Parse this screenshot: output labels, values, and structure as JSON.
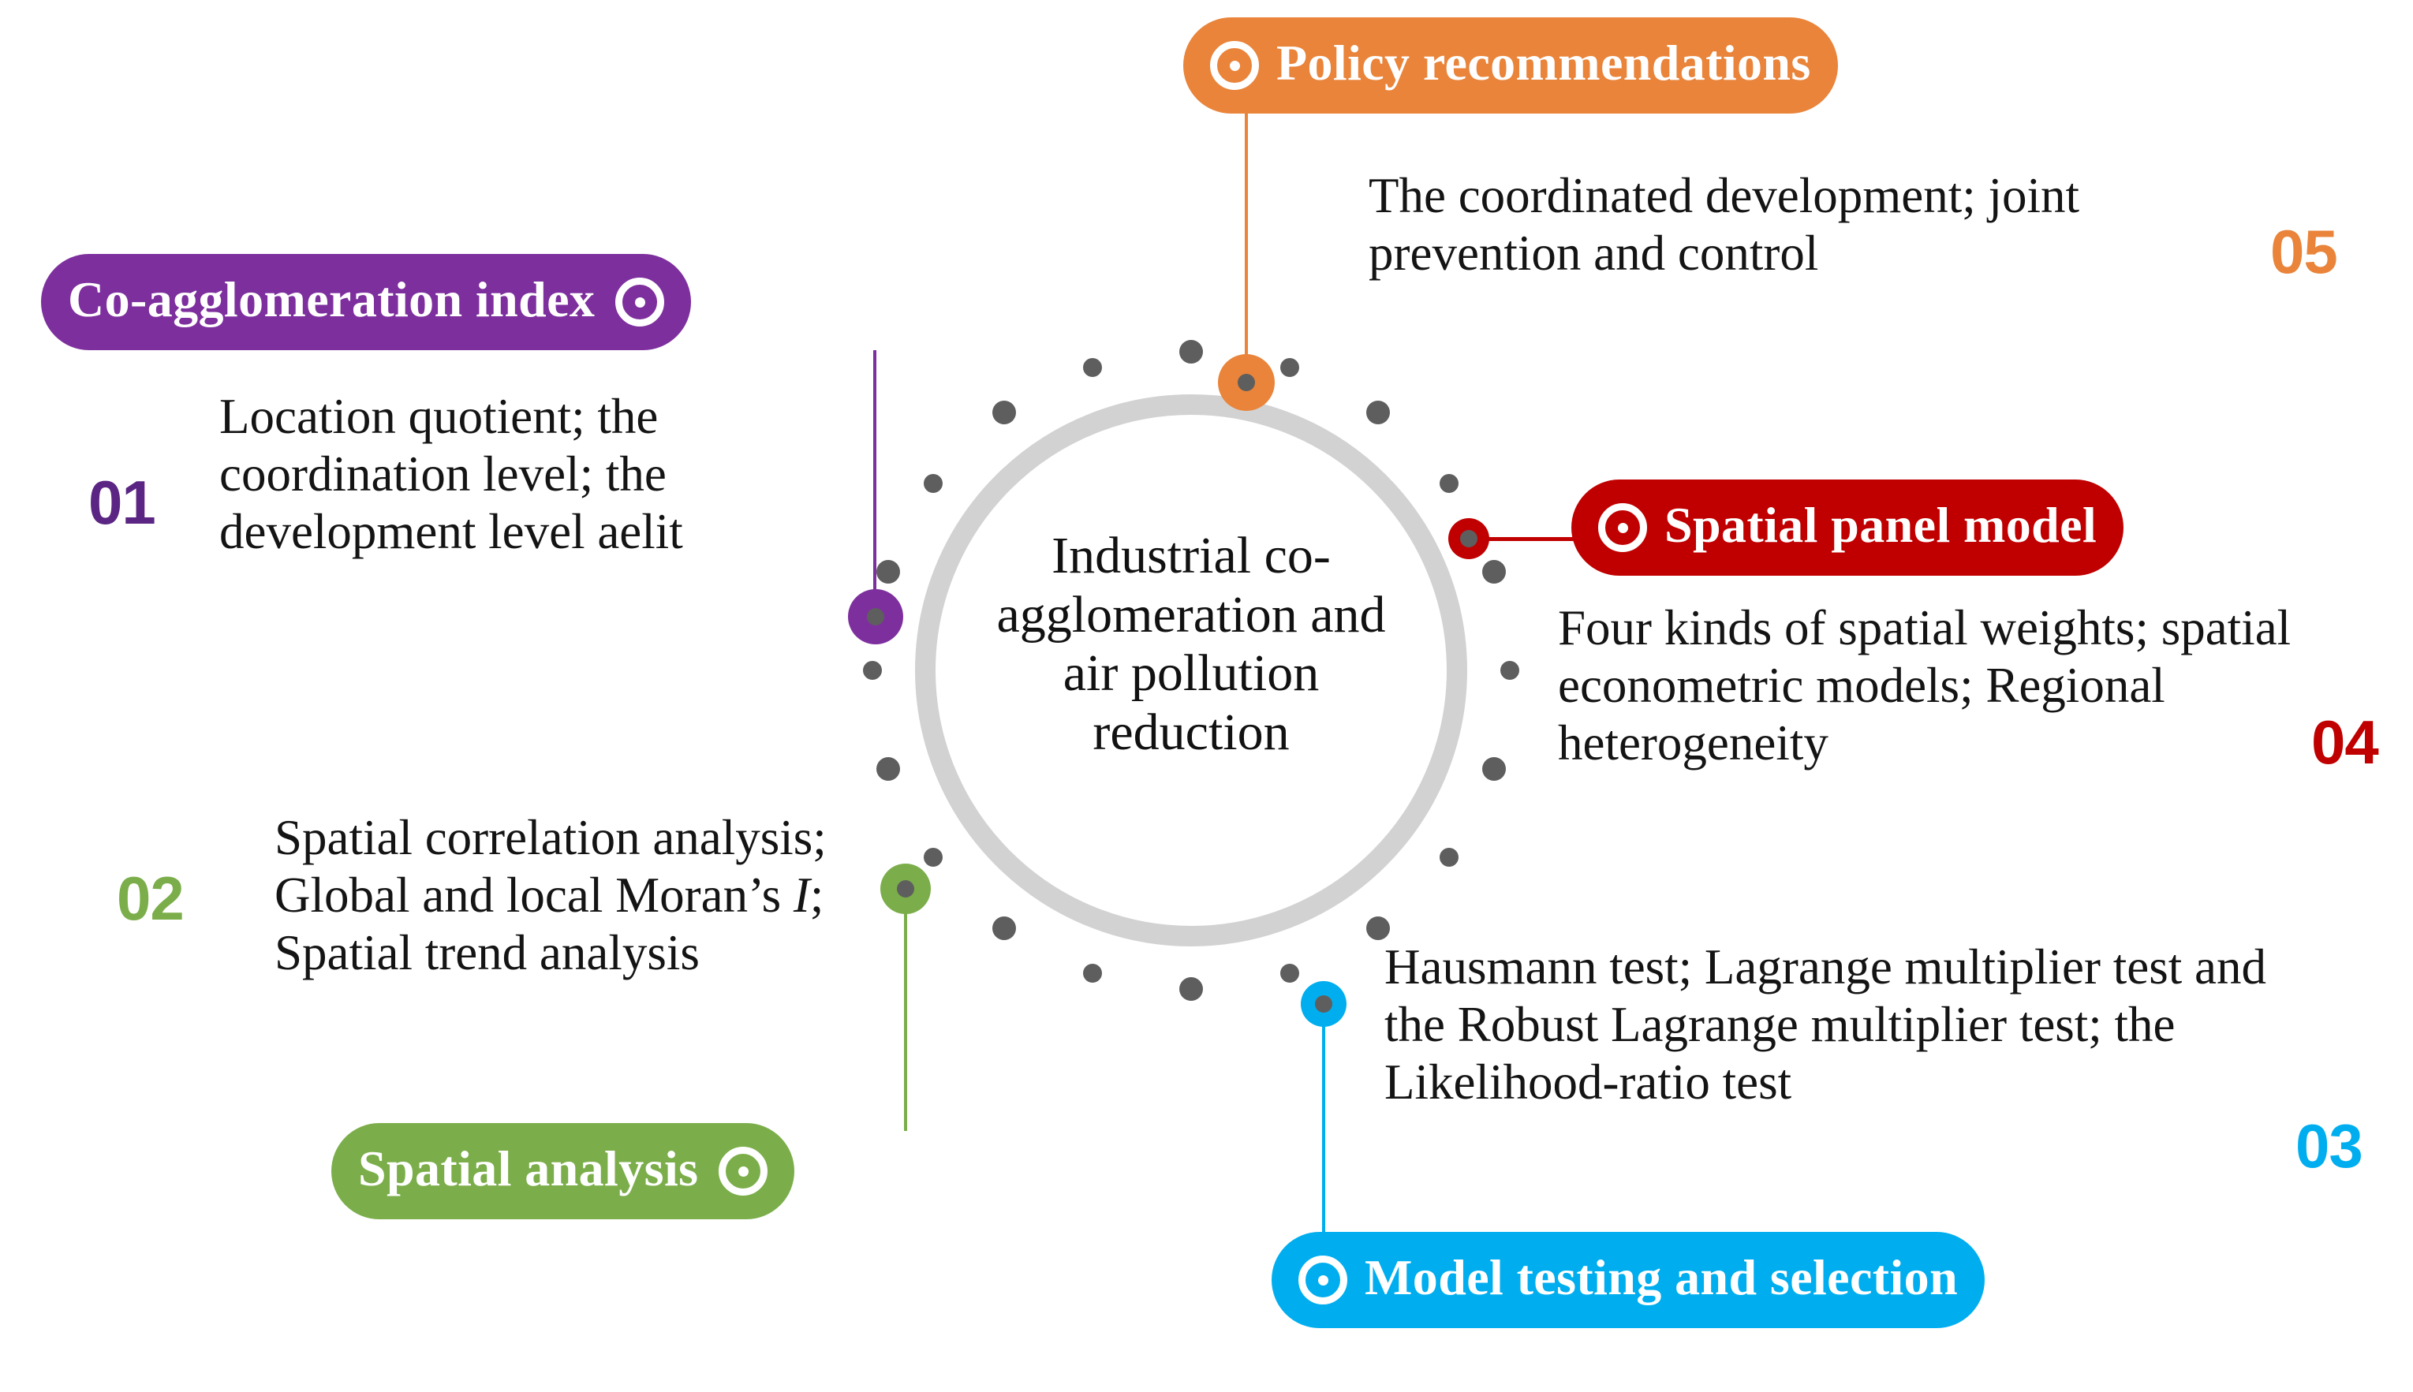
{
  "diagram": {
    "center": {
      "text": "Industrial co-agglomeration and air pollution reduction"
    },
    "nodes": [
      {
        "id": "01",
        "number": "01",
        "color": "#7E2F9E",
        "number_color": "#5B2583",
        "badge_label": "Co-agglomeration index",
        "icon": "target-dot-icon",
        "description": "Location quotient; the coordination level; the development level aelit"
      },
      {
        "id": "02",
        "number": "02",
        "color": "#7BAE4A",
        "number_color": "#7BAE4A",
        "badge_label": "Spatial analysis",
        "icon": "target-dot-icon",
        "description": "Spatial correlation analysis; Global and local Moran’s I; Spatial trend analysis"
      },
      {
        "id": "03",
        "number": "03",
        "color": "#00AEEF",
        "number_color": "#00AEEF",
        "badge_label": "Model testing and selection",
        "icon": "target-dot-icon",
        "description": "Hausmann test; Lagrange multiplier test and the Robust Lagrange multiplier test; the Likelihood-ratio test"
      },
      {
        "id": "04",
        "number": "04",
        "color": "#C00000",
        "number_color": "#C00000",
        "badge_label": "Spatial panel model",
        "icon": "target-dot-icon",
        "description": "Four kinds of spatial weights; spatial econometric models; Regional heterogeneity"
      },
      {
        "id": "05",
        "number": "05",
        "color": "#E9843A",
        "number_color": "#E9843A",
        "badge_label": "Policy recommendations",
        "icon": "target-dot-icon",
        "description": "The coordinated development; joint prevention and control"
      }
    ],
    "palette": {
      "purple": "#7E2F9E",
      "green": "#7BAE4A",
      "blue": "#00AEEF",
      "red": "#C00000",
      "orange": "#E9843A",
      "ring_gray": "#D2D2D2",
      "dot_gray": "#5E5E5E",
      "background": "#FFFFFF",
      "text": "#141414"
    }
  }
}
